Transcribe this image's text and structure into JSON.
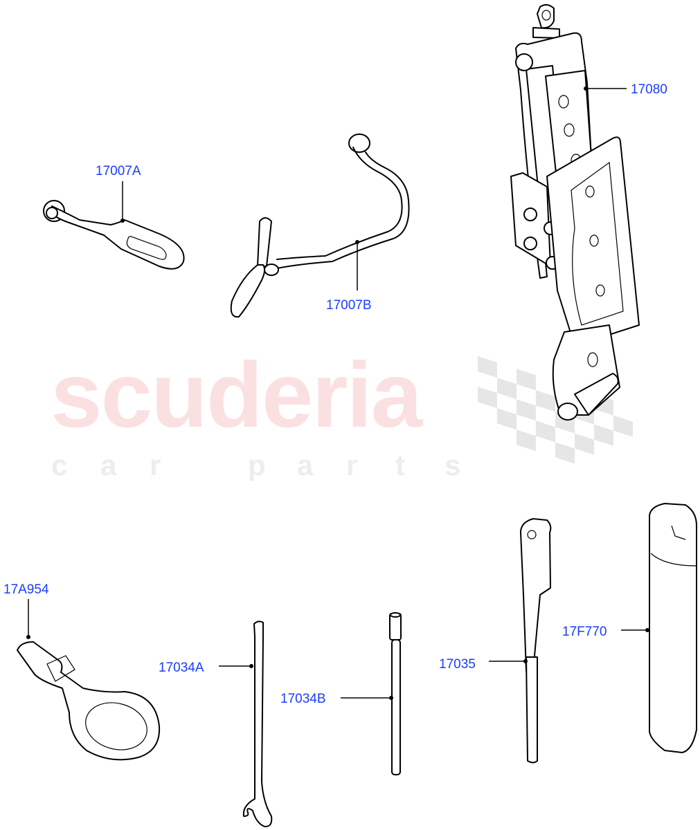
{
  "diagram": {
    "type": "exploded parts diagram",
    "subject": "Vehicle tool kit components",
    "parts": [
      {
        "id": "17080",
        "label": "17080",
        "description": "scissor jack"
      },
      {
        "id": "17007A",
        "label": "17007A",
        "description": "jack handle hook"
      },
      {
        "id": "17007B",
        "label": "17007B",
        "description": "jack crank handle"
      },
      {
        "id": "17A954",
        "label": "17A954",
        "description": "towing eye"
      },
      {
        "id": "17034A",
        "label": "17034A",
        "description": "hook rod"
      },
      {
        "id": "17034B",
        "label": "17034B",
        "description": "extension rod"
      },
      {
        "id": "17035",
        "label": "17035",
        "description": "wheel brace"
      },
      {
        "id": "17F770",
        "label": "17F770",
        "description": "tool bag"
      }
    ]
  },
  "watermark": {
    "brand": "scuderia",
    "tagline_letters": [
      "c",
      "a",
      "r",
      "",
      "p",
      "a",
      "r",
      "t",
      "s"
    ],
    "brand_color": "#fbe0e2",
    "tagline_color": "#ededed"
  },
  "colors": {
    "label": "#1a3cff",
    "line": "#000000",
    "background": "#ffffff",
    "checker": "#e6e6e6"
  }
}
